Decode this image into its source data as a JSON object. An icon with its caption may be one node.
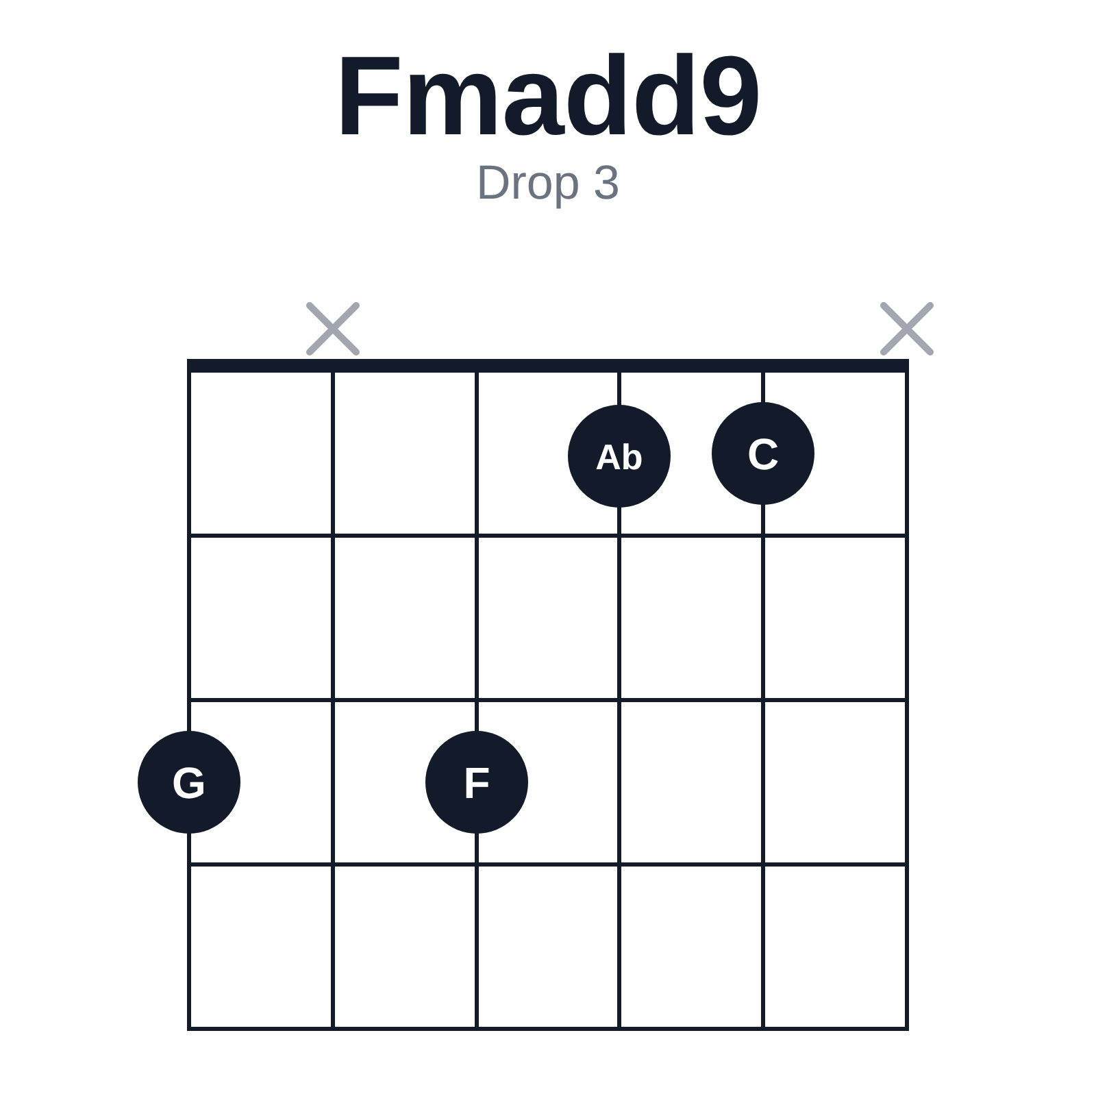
{
  "diagram": {
    "title": "Fmadd9",
    "nodes": [
      {
        "text": [
          "Ab"
        ]
      },
      {
        "text": [
          "C"
        ]
      },
      {
        "text": [
          "G"
        ]
      },
      {
        "text": [
          "F"
        ]
      }
    ],
    "labels": [
      "Drop 3"
    ]
  }
}
